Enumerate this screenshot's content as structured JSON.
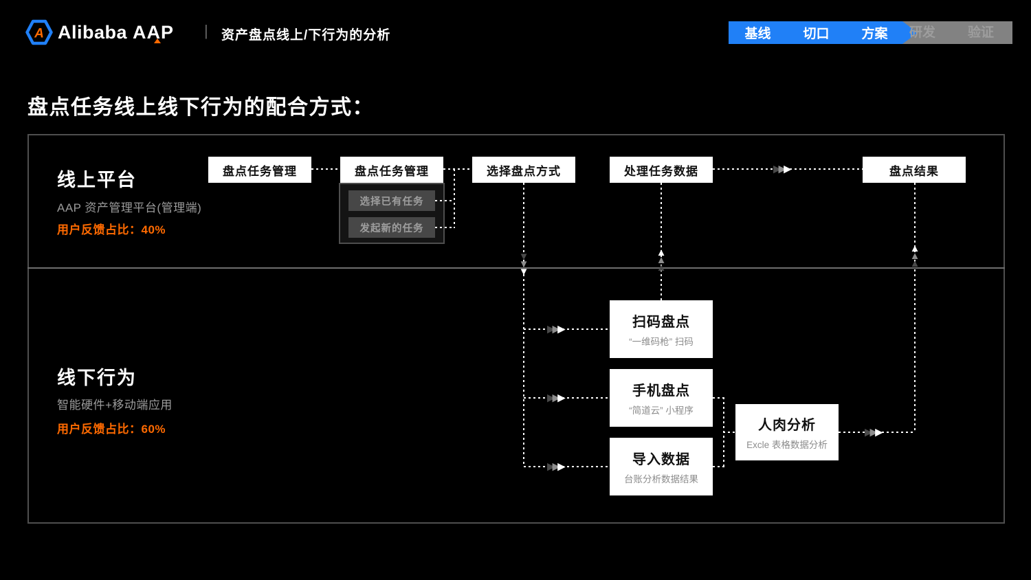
{
  "header": {
    "brand_name": "Alibaba",
    "brand_product": "AAP",
    "separator": "|",
    "subtitle": "资产盘点线上/下行为的分析",
    "tabs": [
      {
        "label": "基线",
        "state": "active"
      },
      {
        "label": "切口",
        "state": "active"
      },
      {
        "label": "方案",
        "state": "active"
      },
      {
        "label": "研发",
        "state": "inactive"
      },
      {
        "label": "验证",
        "state": "inactive"
      }
    ]
  },
  "page_title": "盘点任务线上线下行为的配合方式：",
  "online_section": {
    "title": "线上平台",
    "subtitle": "AAP 资产管理平台(管理端)",
    "feedback": "用户反馈占比：40%"
  },
  "offline_section": {
    "title": "线下行为",
    "subtitle": "智能硬件+移动端应用",
    "feedback": "用户反馈占比：60%"
  },
  "nodes": {
    "task_mgmt_a": "盘点任务管理",
    "task_mgmt_b": "盘点任务管理",
    "task_sub_existing": "选择已有任务",
    "task_sub_new": "发起新的任务",
    "select_method": "选择盘点方式",
    "process_data": "处理任务数据",
    "result": "盘点结果",
    "scan": {
      "title": "扫码盘点",
      "subtitle": "“一维码枪” 扫码"
    },
    "phone": {
      "title": "手机盘点",
      "subtitle": "“简道云” 小程序"
    },
    "import": {
      "title": "导入数据",
      "subtitle": "台账分析数据结果"
    },
    "manual": {
      "title": "人肉分析",
      "subtitle": "Excle 表格数据分析"
    }
  },
  "icons": {
    "logo_letter": "A",
    "arrow_right": "▶",
    "arrow_up": "▲",
    "arrow_down": "▼"
  },
  "colors": {
    "accent_orange": "#FF6A00",
    "accent_blue": "#2080F7",
    "inactive_gray": "#828282"
  }
}
